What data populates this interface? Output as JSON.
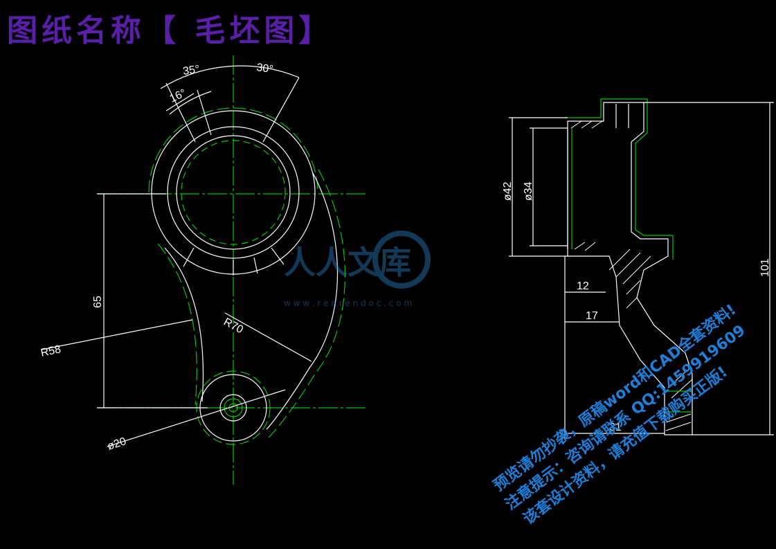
{
  "title": "图纸名称【 毛坯图】",
  "dims": {
    "a35": "35°",
    "a30": "30°",
    "a16": "16°",
    "d65": "65",
    "r58": "R58",
    "r70": "R70",
    "d20": "ø20",
    "d42": "ø42",
    "d34": "ø34",
    "d12": "12",
    "d17": "17",
    "d31": "31",
    "d101": "101"
  },
  "logo": {
    "text": "人人文库",
    "url": "w w w . r e n r e n d o c . c o m"
  },
  "watermark": {
    "line1": "预览请勿抄袭，原稿word和CAD全套资料!",
    "line2": "注意提示：咨询请联系 QQ:1459919609",
    "line3": "该套设计资料，请充值下载购买正版!"
  },
  "colors": {
    "line": "#ffffff",
    "green": "#00c800",
    "title": "#5a1fa8",
    "watermark": "#1f7fd8"
  }
}
